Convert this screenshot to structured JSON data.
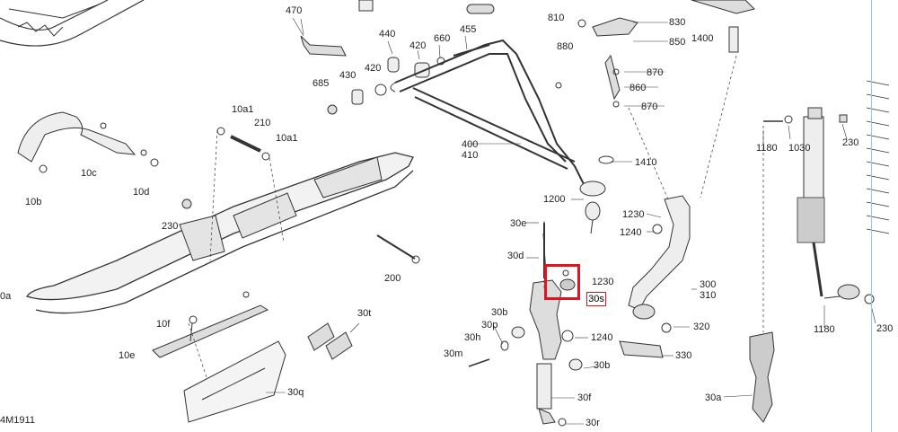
{
  "diagram_code": "4M1911",
  "labels": [
    {
      "id": "470",
      "text": "470"
    },
    {
      "id": "440",
      "text": "440"
    },
    {
      "id": "420a",
      "text": "420"
    },
    {
      "id": "660",
      "text": "660"
    },
    {
      "id": "455",
      "text": "455"
    },
    {
      "id": "810",
      "text": "810"
    },
    {
      "id": "830",
      "text": "830"
    },
    {
      "id": "850",
      "text": "850"
    },
    {
      "id": "880",
      "text": "880"
    },
    {
      "id": "870a",
      "text": "870"
    },
    {
      "id": "860",
      "text": "860"
    },
    {
      "id": "870b",
      "text": "870"
    },
    {
      "id": "1400",
      "text": "1400"
    },
    {
      "id": "430",
      "text": "430"
    },
    {
      "id": "420b",
      "text": "420"
    },
    {
      "id": "685",
      "text": "685"
    },
    {
      "id": "10a1a",
      "text": "10a1"
    },
    {
      "id": "210",
      "text": "210"
    },
    {
      "id": "10a1b",
      "text": "10a1"
    },
    {
      "id": "10c",
      "text": "10c"
    },
    {
      "id": "10d",
      "text": "10d"
    },
    {
      "id": "10b",
      "text": "10b"
    },
    {
      "id": "400",
      "text": "400\n410"
    },
    {
      "id": "1410",
      "text": "1410"
    },
    {
      "id": "1180a",
      "text": "1180"
    },
    {
      "id": "1030",
      "text": "1030"
    },
    {
      "id": "230a",
      "text": "230"
    },
    {
      "id": "230b",
      "text": "230"
    },
    {
      "id": "1200",
      "text": "1200"
    },
    {
      "id": "30e",
      "text": "30e"
    },
    {
      "id": "1230a",
      "text": "1230"
    },
    {
      "id": "1240a",
      "text": "1240"
    },
    {
      "id": "30d",
      "text": "30d"
    },
    {
      "id": "200",
      "text": "200"
    },
    {
      "id": "1230b",
      "text": "1230"
    },
    {
      "id": "300",
      "text": "300\n310"
    },
    {
      "id": "10a",
      "text": "0a"
    },
    {
      "id": "30s",
      "text": "30s"
    },
    {
      "id": "30b_a",
      "text": "30b"
    },
    {
      "id": "30t",
      "text": "30t"
    },
    {
      "id": "10f",
      "text": "10f"
    },
    {
      "id": "30p",
      "text": "30p"
    },
    {
      "id": "320",
      "text": "320"
    },
    {
      "id": "1180b",
      "text": "1180"
    },
    {
      "id": "230c",
      "text": "230"
    },
    {
      "id": "30h",
      "text": "30h"
    },
    {
      "id": "1240b",
      "text": "1240"
    },
    {
      "id": "10e",
      "text": "10e"
    },
    {
      "id": "330",
      "text": "330"
    },
    {
      "id": "30m",
      "text": "30m"
    },
    {
      "id": "30b_b",
      "text": "30b"
    },
    {
      "id": "30q",
      "text": "30q"
    },
    {
      "id": "30f",
      "text": "30f"
    },
    {
      "id": "30a",
      "text": "30a"
    },
    {
      "id": "30r",
      "text": "30r"
    }
  ],
  "highlight": {
    "label": "30s",
    "color": "#e0141e"
  }
}
